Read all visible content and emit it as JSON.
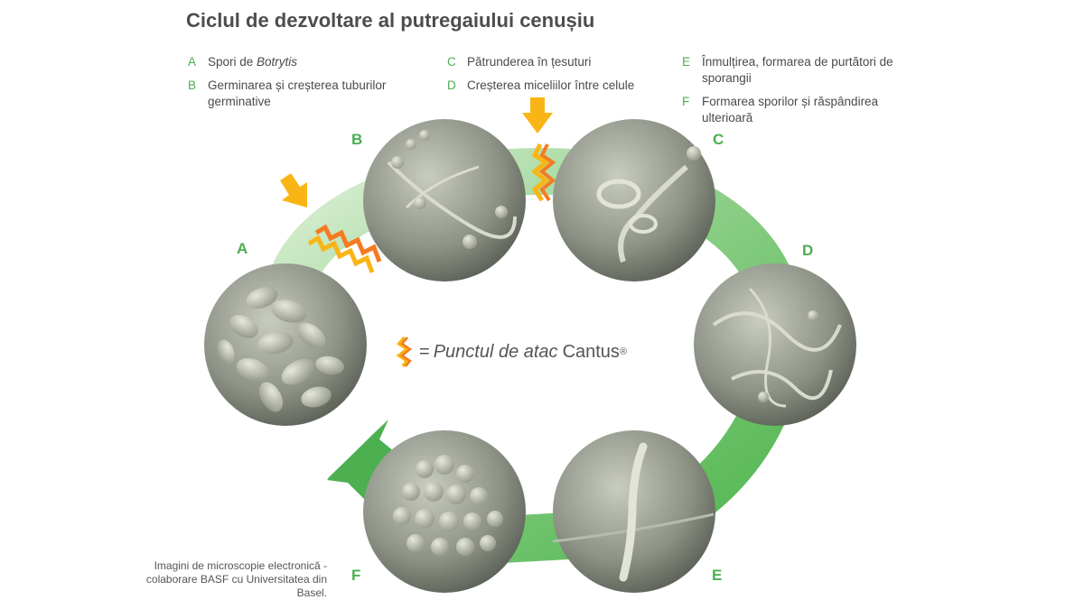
{
  "title": "Ciclul de dezvoltare al putregaiului cenușiu",
  "legend": [
    {
      "letter": "A",
      "text_prefix": "Spori de ",
      "text_italic": "Botrytis"
    },
    {
      "letter": "B",
      "text": "Germinarea și creșterea tuburilor germinative"
    },
    {
      "letter": "C",
      "text": "Pătrunderea în țesuturi"
    },
    {
      "letter": "D",
      "text": "Creșterea miceliilor între celule"
    },
    {
      "letter": "E",
      "text": "Înmulțirea, formarea de purtători de sporangii"
    },
    {
      "letter": "F",
      "text": "Formarea sporilor și răspândirea ulterioară"
    }
  ],
  "stages": [
    "A",
    "B",
    "C",
    "D",
    "E",
    "F"
  ],
  "key": {
    "equals": "=",
    "phrase": "Punctul de atac",
    "product": "Cantus",
    "mark": "®"
  },
  "credit": "Imagini de microscopie electronică - colaborare BASF cu Universitatea din Basel.",
  "icons": {
    "attack": "zigzag-attack-icon",
    "arrow": "yellow-down-arrow-icon"
  },
  "colors": {
    "green": "#4caf50",
    "ring_light": "#c7e8c0",
    "ring_dark": "#6cc16a",
    "attack_yellow": "#f9b515",
    "attack_orange": "#f47b20",
    "micrograph": "#8a8f85"
  }
}
